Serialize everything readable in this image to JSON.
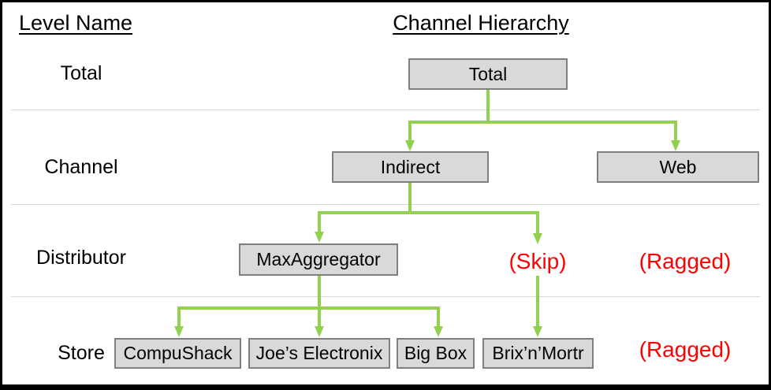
{
  "headers": {
    "level_name": "Level Name",
    "channel_hierarchy": "Channel Hierarchy"
  },
  "levels": [
    {
      "label": "Total"
    },
    {
      "label": "Channel"
    },
    {
      "label": "Distributor"
    },
    {
      "label": "Store"
    }
  ],
  "nodes": {
    "total": "Total",
    "indirect": "Indirect",
    "web": "Web",
    "maxaggregator": "MaxAggregator",
    "compushack": "CompuShack",
    "joes_electronix": "Joe’s Electronix",
    "big_box": "Big Box",
    "brix_n_mortr": "Brix’n’Mortr"
  },
  "annotations": {
    "skip": "(Skip)",
    "ragged_distributor_row": "(Ragged)",
    "ragged_store_row": "(Ragged)"
  },
  "edges": [
    {
      "from": "Total",
      "to": "Indirect"
    },
    {
      "from": "Total",
      "to": "Web"
    },
    {
      "from": "Indirect",
      "to": "MaxAggregator"
    },
    {
      "from": "Indirect",
      "to": "(Skip)"
    },
    {
      "from": "MaxAggregator",
      "to": "CompuShack"
    },
    {
      "from": "MaxAggregator",
      "to": "Joe’s Electronix"
    },
    {
      "from": "MaxAggregator",
      "to": "Big Box"
    },
    {
      "from": "(Skip)",
      "to": "Brix’n’Mortr"
    }
  ],
  "colors": {
    "connector": "#92d050",
    "annotation": "#ff0000",
    "node_fill": "#d9d9d9",
    "node_border": "#7f7f7f",
    "divider": "#d9d9d9"
  }
}
